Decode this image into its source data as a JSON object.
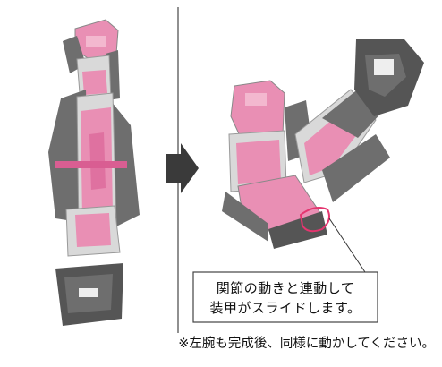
{
  "colors": {
    "armor_gray": "#6e6e6e",
    "armor_light": "#d9d9d9",
    "frame_pink": "#e98fb4",
    "frame_pink_dark": "#d95e92",
    "arrow": "#3a3a3a",
    "highlight": "#e5356f"
  },
  "callout": {
    "line1": "関節の動きと連動して",
    "line2": "装甲がスライドします。"
  },
  "note": "※左腕も完成後、同様に動かしてください。"
}
